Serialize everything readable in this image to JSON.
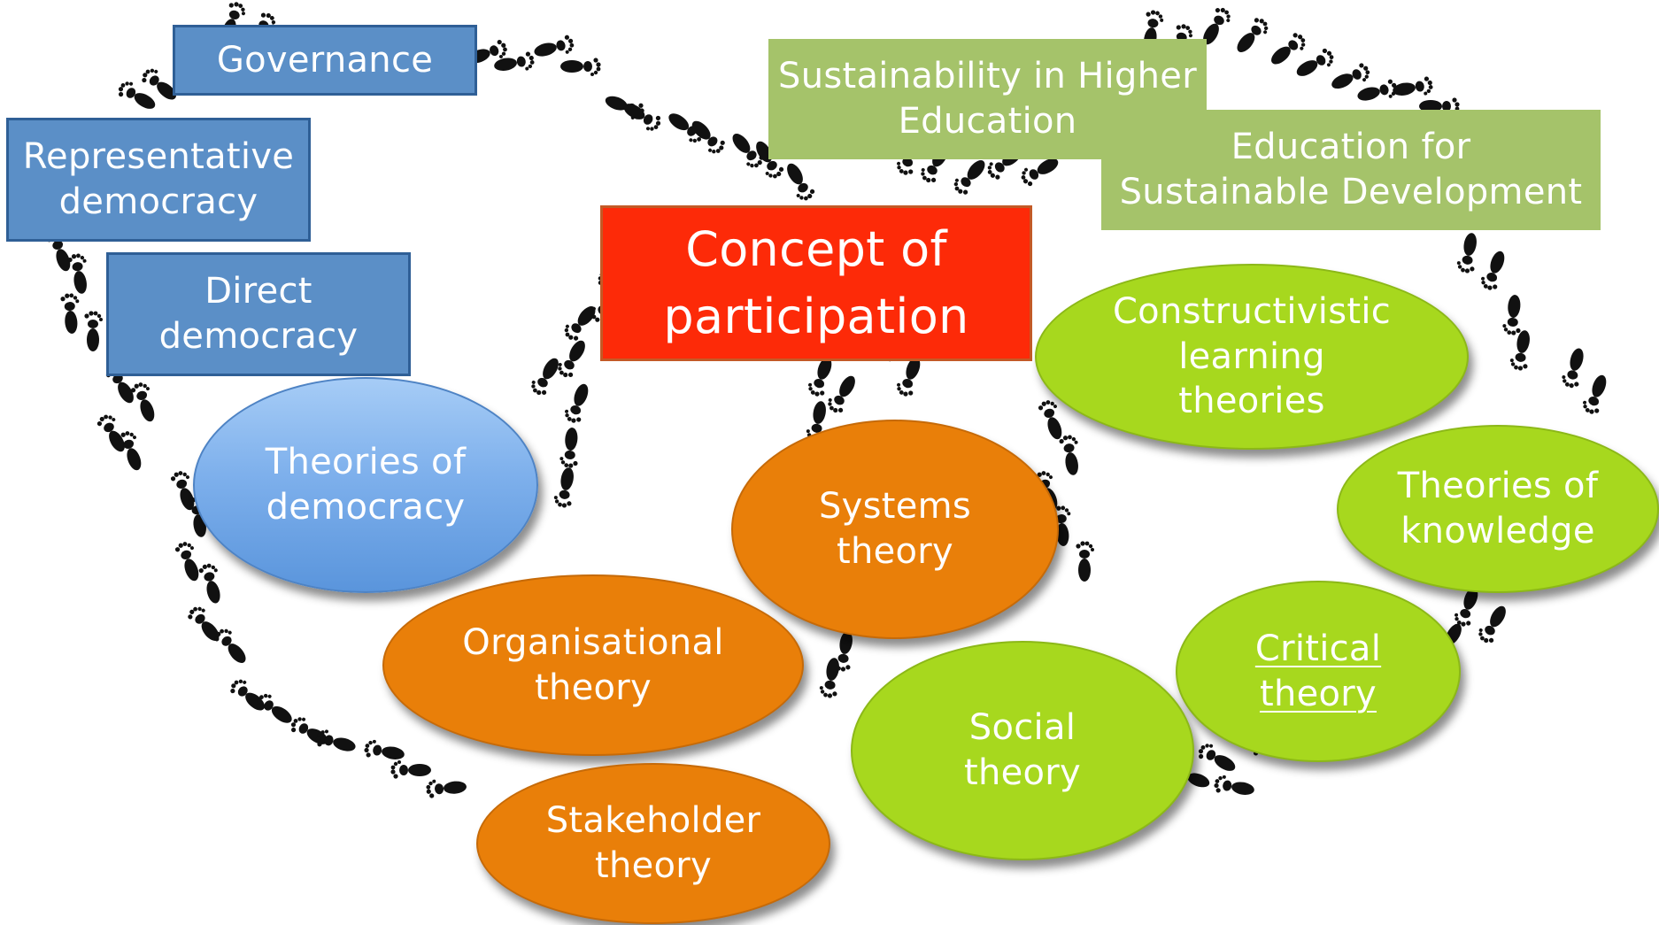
{
  "nodes": {
    "governance": "Governance",
    "representative_democracy": "Representative\ndemocracy",
    "direct_democracy": "Direct\ndemocracy",
    "sustainability_higher_education": "Sustainability in Higher\nEducation",
    "education_sustainable_development": "Education for\nSustainable Development",
    "concept_of_participation": "Concept of\nparticipation",
    "constructivistic_learning": "Constructivistic\nlearning\ntheories",
    "theories_of_democracy": "Theories of\ndemocracy",
    "systems_theory": "Systems\ntheory",
    "theories_of_knowledge": "Theories of\nknowledge",
    "organisational_theory": "Organisational\ntheory",
    "critical_theory": "Critical\ntheory",
    "social_theory": "Social\ntheory",
    "stakeholder_theory": "Stakeholder\ntheory"
  },
  "colors": {
    "blue_box": "#5b8fc7",
    "green_box": "#a5c36a",
    "red_box": "#fd2a08",
    "orange_ellipse": "#e97f09",
    "green_ellipse": "#a7d81e",
    "blue_ellipse": "#7eb0ec",
    "footprint": "#111111"
  },
  "background_decoration": "footprint-trail-icon"
}
